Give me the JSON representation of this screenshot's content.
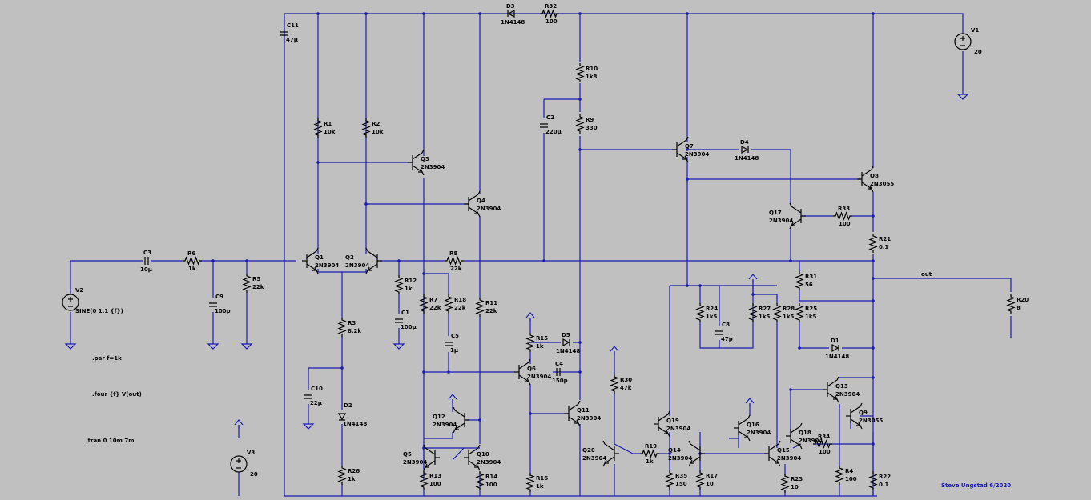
{
  "components": [
    {
      "key": "C11",
      "ref": "C11",
      "value": "47µ",
      "kind": "capacitor"
    },
    {
      "key": "C3",
      "ref": "C3",
      "value": "10µ",
      "kind": "capacitor"
    },
    {
      "key": "C9",
      "ref": "C9",
      "value": "100p",
      "kind": "capacitor"
    },
    {
      "key": "C1",
      "ref": "C1",
      "value": "100µ",
      "kind": "capacitor"
    },
    {
      "key": "C10",
      "ref": "C10",
      "value": "22µ",
      "kind": "capacitor"
    },
    {
      "key": "C5",
      "ref": "C5",
      "value": "1µ",
      "kind": "capacitor"
    },
    {
      "key": "C2",
      "ref": "C2",
      "value": "220µ",
      "kind": "capacitor"
    },
    {
      "key": "C4",
      "ref": "C4",
      "value": "150p",
      "kind": "capacitor"
    },
    {
      "key": "C8",
      "ref": "C8",
      "value": "47p",
      "kind": "capacitor"
    },
    {
      "key": "R6",
      "ref": "R6",
      "value": "1k",
      "kind": "resistor"
    },
    {
      "key": "R5",
      "ref": "R5",
      "value": "22k",
      "kind": "resistor"
    },
    {
      "key": "R1",
      "ref": "R1",
      "value": "10k",
      "kind": "resistor"
    },
    {
      "key": "R2",
      "ref": "R2",
      "value": "10k",
      "kind": "resistor"
    },
    {
      "key": "R3",
      "ref": "R3",
      "value": "8.2k",
      "kind": "resistor"
    },
    {
      "key": "R26",
      "ref": "R26",
      "value": "1k",
      "kind": "resistor"
    },
    {
      "key": "R12",
      "ref": "R12",
      "value": "1k",
      "kind": "resistor"
    },
    {
      "key": "R8",
      "ref": "R8",
      "value": "22k",
      "kind": "resistor"
    },
    {
      "key": "R7",
      "ref": "R7",
      "value": "22k",
      "kind": "resistor"
    },
    {
      "key": "R18",
      "ref": "R18",
      "value": "22k",
      "kind": "resistor"
    },
    {
      "key": "R11",
      "ref": "R11",
      "value": "22k",
      "kind": "resistor"
    },
    {
      "key": "R13",
      "ref": "R13",
      "value": "100",
      "kind": "resistor"
    },
    {
      "key": "R14",
      "ref": "R14",
      "value": "100",
      "kind": "resistor"
    },
    {
      "key": "R15",
      "ref": "R15",
      "value": "1k",
      "kind": "resistor"
    },
    {
      "key": "R16",
      "ref": "R16",
      "value": "1k",
      "kind": "resistor"
    },
    {
      "key": "R10",
      "ref": "R10",
      "value": "1k8",
      "kind": "resistor"
    },
    {
      "key": "R9",
      "ref": "R9",
      "value": "330",
      "kind": "resistor"
    },
    {
      "key": "R32",
      "ref": "R32",
      "value": "100",
      "kind": "resistor"
    },
    {
      "key": "R30",
      "ref": "R30",
      "value": "47k",
      "kind": "resistor"
    },
    {
      "key": "R19",
      "ref": "R19",
      "value": "1k",
      "kind": "resistor"
    },
    {
      "key": "R35",
      "ref": "R35",
      "value": "150",
      "kind": "resistor"
    },
    {
      "key": "R17",
      "ref": "R17",
      "value": "10",
      "kind": "resistor"
    },
    {
      "key": "R24",
      "ref": "R24",
      "value": "1k5",
      "kind": "resistor"
    },
    {
      "key": "R27",
      "ref": "R27",
      "value": "1k5",
      "kind": "resistor"
    },
    {
      "key": "R28",
      "ref": "R28",
      "value": "1k5",
      "kind": "resistor"
    },
    {
      "key": "R25",
      "ref": "R25",
      "value": "1k5",
      "kind": "resistor"
    },
    {
      "key": "R31",
      "ref": "R31",
      "value": "56",
      "kind": "resistor"
    },
    {
      "key": "R33",
      "ref": "R33",
      "value": "100",
      "kind": "resistor"
    },
    {
      "key": "R21",
      "ref": "R21",
      "value": "0.1",
      "kind": "resistor"
    },
    {
      "key": "R20",
      "ref": "R20",
      "value": "8",
      "kind": "resistor"
    },
    {
      "key": "R23",
      "ref": "R23",
      "value": "10",
      "kind": "resistor"
    },
    {
      "key": "R34",
      "ref": "R34",
      "value": "100",
      "kind": "resistor"
    },
    {
      "key": "R4",
      "ref": "R4",
      "value": "100",
      "kind": "resistor"
    },
    {
      "key": "R22",
      "ref": "R22",
      "value": "0.1",
      "kind": "resistor"
    },
    {
      "key": "D3",
      "ref": "D3",
      "value": "1N4148",
      "kind": "diode"
    },
    {
      "key": "D2",
      "ref": "D2",
      "value": "1N4148",
      "kind": "diode"
    },
    {
      "key": "D5",
      "ref": "D5",
      "value": "1N4148",
      "kind": "diode"
    },
    {
      "key": "D4",
      "ref": "D4",
      "value": "1N4148",
      "kind": "diode"
    },
    {
      "key": "D1",
      "ref": "D1",
      "value": "1N4148",
      "kind": "diode"
    },
    {
      "key": "Q1",
      "ref": "Q1",
      "value": "2N3904",
      "kind": "npn"
    },
    {
      "key": "Q2",
      "ref": "Q2",
      "value": "2N3904",
      "kind": "npn"
    },
    {
      "key": "Q3",
      "ref": "Q3",
      "value": "2N3904",
      "kind": "npn"
    },
    {
      "key": "Q4",
      "ref": "Q4",
      "value": "2N3904",
      "kind": "npn"
    },
    {
      "key": "Q5",
      "ref": "Q5",
      "value": "2N3904",
      "kind": "npn"
    },
    {
      "key": "Q10",
      "ref": "Q10",
      "value": "2N3904",
      "kind": "npn"
    },
    {
      "key": "Q12",
      "ref": "Q12",
      "value": "2N3904",
      "kind": "npn"
    },
    {
      "key": "Q6",
      "ref": "Q6",
      "value": "2N3904",
      "kind": "npn"
    },
    {
      "key": "Q11",
      "ref": "Q11",
      "value": "2N3904",
      "kind": "npn"
    },
    {
      "key": "Q7",
      "ref": "Q7",
      "value": "2N3904",
      "kind": "npn"
    },
    {
      "key": "Q8",
      "ref": "Q8",
      "value": "2N3055",
      "kind": "npn"
    },
    {
      "key": "Q17",
      "ref": "Q17",
      "value": "2N3904",
      "kind": "npn"
    },
    {
      "key": "Q20",
      "ref": "Q20",
      "value": "2N3904",
      "kind": "npn"
    },
    {
      "key": "Q19",
      "ref": "Q19",
      "value": "2N3904",
      "kind": "npn"
    },
    {
      "key": "Q14",
      "ref": "Q14",
      "value": "2N3904",
      "kind": "npn"
    },
    {
      "key": "Q16",
      "ref": "Q16",
      "value": "2N3904",
      "kind": "npn"
    },
    {
      "key": "Q15",
      "ref": "Q15",
      "value": "2N3904",
      "kind": "npn"
    },
    {
      "key": "Q18",
      "ref": "Q18",
      "value": "2N3904",
      "kind": "npn"
    },
    {
      "key": "Q13",
      "ref": "Q13",
      "value": "2N3904",
      "kind": "npn"
    },
    {
      "key": "Q9",
      "ref": "Q9",
      "value": "2N3055",
      "kind": "npn"
    },
    {
      "key": "V1",
      "ref": "V1",
      "value": "20",
      "kind": "source"
    },
    {
      "key": "V2",
      "ref": "V2",
      "value": "SINE(0 1.1 {f})",
      "kind": "source"
    },
    {
      "key": "V3",
      "ref": "V3",
      "value": "20",
      "kind": "source"
    }
  ],
  "net_labels": {
    "out": "out"
  },
  "directives": {
    "par": ".par f=1k",
    "four": ".four {f} V(out)",
    "tran": ".tran 0 10m 7m"
  },
  "credit": "Steve Ungstad 6/2020",
  "colors": {
    "background": "#c0c0c0",
    "wire": "#1a1ab4",
    "symbol": "#000000"
  }
}
